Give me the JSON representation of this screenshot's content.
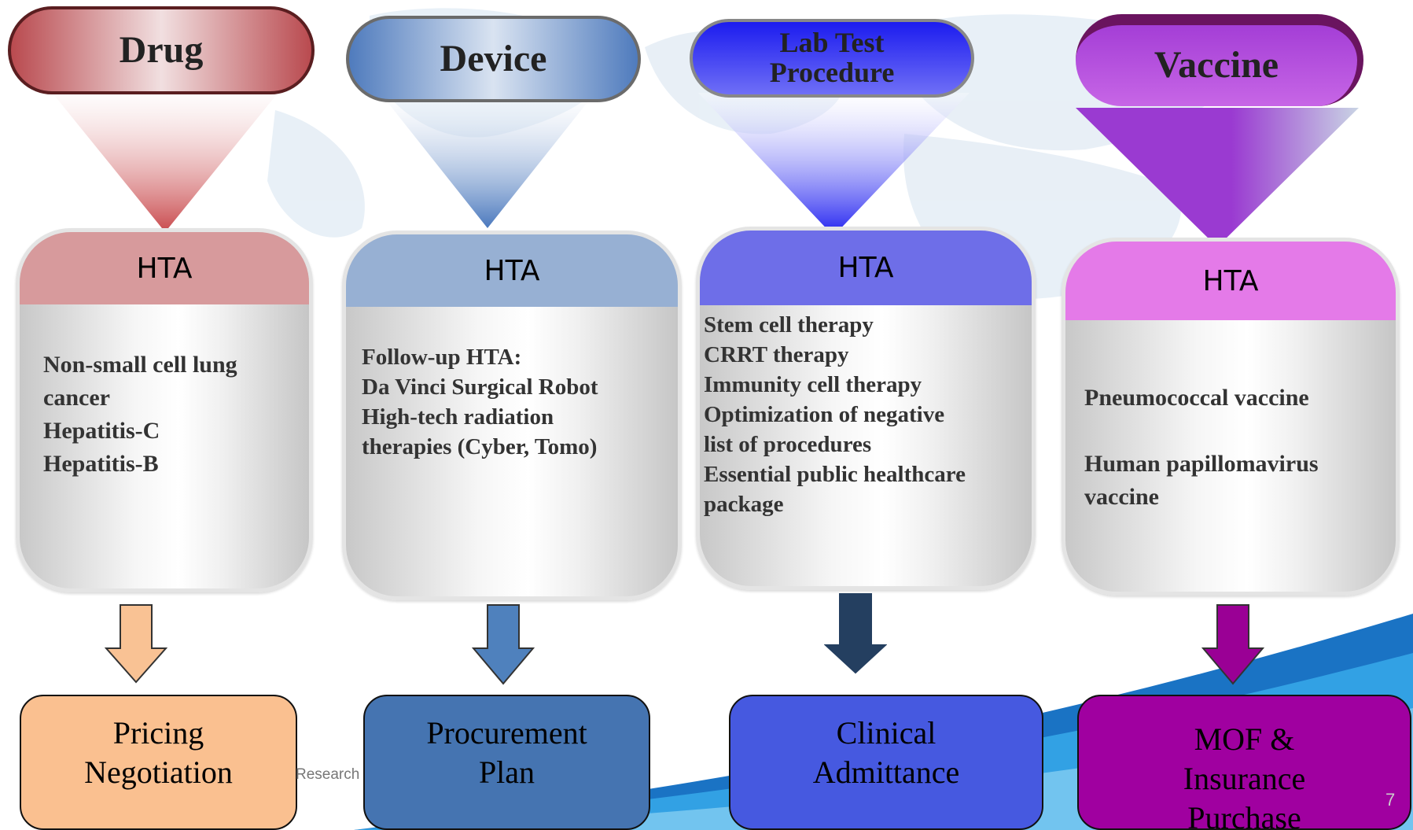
{
  "columns": [
    {
      "category": "Drug",
      "hta_label": "HTA",
      "items": "Non-small cell lung\ncancer\nHepatitis-C\nHepatitis-B",
      "outcome": "Pricing\nNegotiation",
      "colors": {
        "pill_dark": "#b94a4f",
        "pill_light": "#f1dfe0",
        "funnel": "#c94a4d",
        "head": "#d79a9c",
        "arrow": "#f9c294",
        "box": "#fac090"
      }
    },
    {
      "category": "Device",
      "hta_label": "HTA",
      "items": "Follow-up HTA:\nDa Vinci Surgical Robot\nHigh-tech radiation\ntherapies (Cyber, Tomo)",
      "outcome": "Procurement\nPlan",
      "colors": {
        "pill_dark": "#4f7bbd",
        "pill_light": "#d9e3f1",
        "funnel": "#4a78bd",
        "head": "#97b0d3",
        "arrow": "#4f81bd",
        "box": "#4574b1"
      }
    },
    {
      "category": "Lab Test\nProcedure",
      "hta_label": "HTA",
      "items": "Stem cell therapy\nCRRT therapy\nImmunity cell therapy\nOptimization of negative\n list of procedures\nEssential public healthcare\npackage",
      "outcome": "Clinical\nAdmittance",
      "colors": {
        "pill_dark": "#1c1cef",
        "pill_light": "#6f6ff6",
        "funnel": "#1f1ff0",
        "head": "#6e6ee8",
        "arrow": "#243f60",
        "box": "#4659e0"
      }
    },
    {
      "category": "Vaccine",
      "hta_label": "HTA",
      "items": "Pneumococcal vaccine\n\nHuman papillomavirus\nvaccine",
      "outcome": "MOF &\nInsurance\nPurchase",
      "colors": {
        "pill_dark": "#8a2fb5",
        "pill_light": "#c766e6",
        "funnel": "#9a3ad1",
        "head": "#e47ae8",
        "arrow": "#9a0095",
        "box": "#a000a0"
      }
    }
  ],
  "footer": {
    "text": "Research",
    "page_number": "7",
    "band_color": "#1a73c4"
  }
}
